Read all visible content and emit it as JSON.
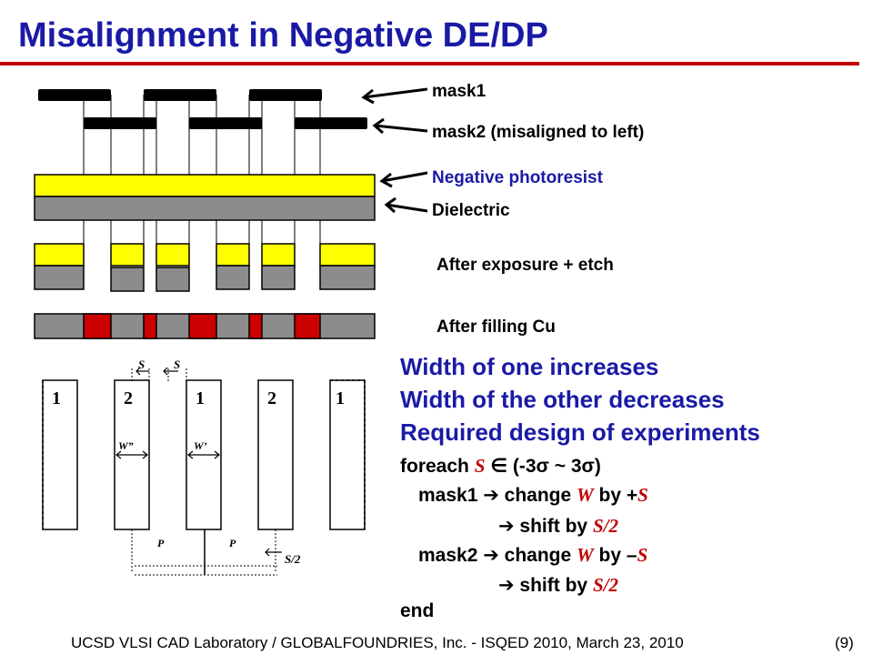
{
  "slide": {
    "title": "Misalignment in Negative DE/DP",
    "footer": "UCSD VLSI CAD Laboratory /   GLOBALFOUNDRIES, Inc.   - ISQED 2010,   March 23, 2010",
    "page_number": "(9)"
  },
  "labels": {
    "mask1": "mask1",
    "mask2": "mask2 (misaligned to left)",
    "negative_photoresist": "Negative photoresist",
    "dielectric": "Dielectric",
    "after_exposure": "After exposure + etch",
    "after_filling": "After filling Cu"
  },
  "bottom_diagram": {
    "line_numbers": [
      "1",
      "2",
      "1",
      "2",
      "1"
    ],
    "s_label": "S",
    "w2_label": "W”",
    "w1_label": "W’",
    "p_label": "P",
    "s_half_label": "S/2"
  },
  "bullets": {
    "line1": "Width of one increases",
    "line2": "Width of the other decreases",
    "line3": "Required design of experiments"
  },
  "pseudocode": {
    "foreach_kw": "foreach ",
    "s_var": "S",
    "element_of": " ∈ ",
    "range": "(-3σ ~ 3σ)",
    "mask1_pre": "mask1 ➔ change ",
    "w_var": "W",
    "by_plus": " by +",
    "shift_pre": "➔ shift by ",
    "s_half": "S/2",
    "mask2_pre": "mask2 ➔ change ",
    "by_minus": " by –",
    "end_kw": "end"
  },
  "colors": {
    "title_blue": "#1a1aa6",
    "rule_red": "#c00000",
    "photoresist_yellow": "#ffff00",
    "dielectric_gray": "#8c8c8c",
    "copper_red": "#cc0000"
  }
}
